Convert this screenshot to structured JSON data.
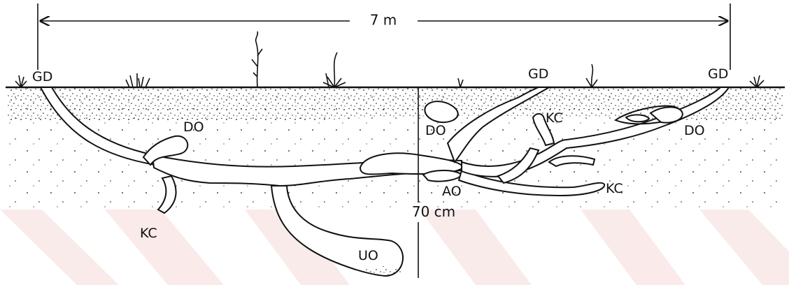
{
  "diagram": {
    "width_label": "7 m",
    "depth_label": "70 cm",
    "labels": {
      "gd_left": "GD",
      "gd_mid": "GD",
      "gd_right": "GD",
      "do_left": "DO",
      "do_mid": "DO",
      "do_right": "DO",
      "kc_left": "KC",
      "kc_upper": "KC",
      "kc_right": "KC",
      "ao": "AO",
      "uo": "UO"
    }
  },
  "colors": {
    "ink": "#111111",
    "watermark": "#f6dada",
    "tunnel_fill": "#ffffff",
    "soil": "#ffffff"
  }
}
